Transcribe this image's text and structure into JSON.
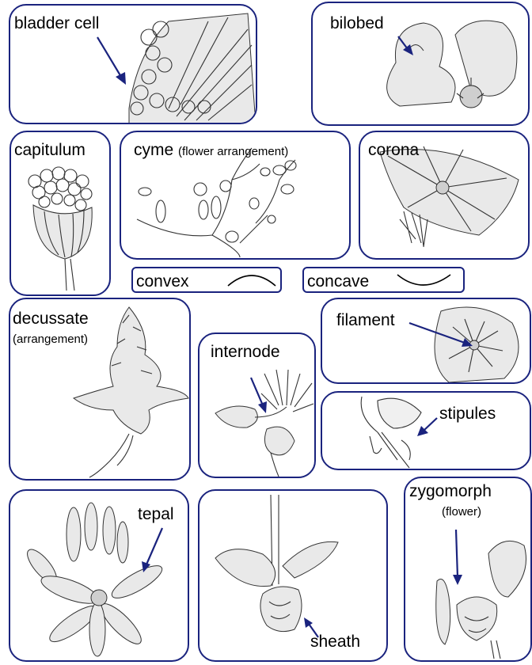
{
  "cards": {
    "bladder_cell": {
      "label": "bladder cell"
    },
    "bilobed": {
      "label": "bilobed"
    },
    "capitulum": {
      "label": "capitulum"
    },
    "cyme": {
      "label": "cyme",
      "note": "(flower arrangement)"
    },
    "corona": {
      "label": "corona"
    },
    "convex": {
      "label": "convex"
    },
    "concave": {
      "label": "concave"
    },
    "decussate": {
      "label": "decussate",
      "note": "(arrangement)"
    },
    "internode": {
      "label": "internode"
    },
    "filament": {
      "label": "filament"
    },
    "stipules": {
      "label": "stipules"
    },
    "tepal": {
      "label": "tepal"
    },
    "sheath": {
      "label": "sheath"
    },
    "zygomorph": {
      "label": "zygomorph",
      "note": "(flower)"
    }
  },
  "colors": {
    "border": "#1a237e",
    "arrow": "#1a237e",
    "ink": "#333333"
  }
}
